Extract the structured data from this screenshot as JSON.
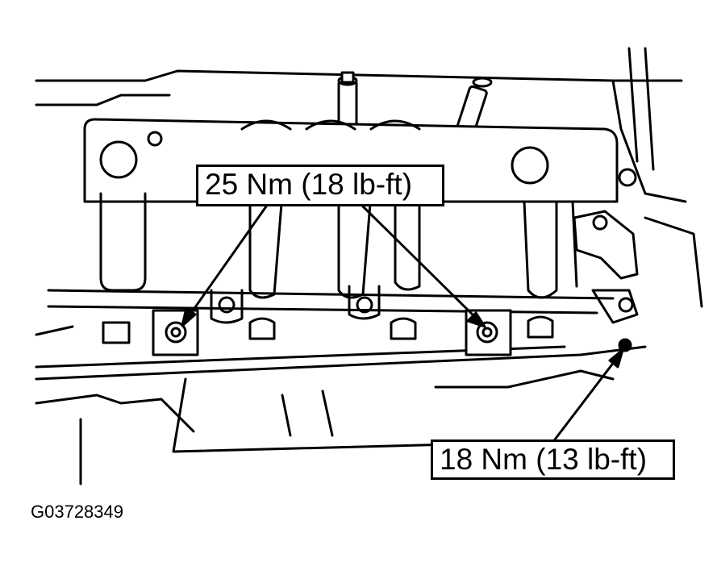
{
  "callouts": {
    "top_torque": "25 Nm (18 lb-ft)",
    "bottom_torque": "18 Nm (13 lb-ft)"
  },
  "figure_id": "G03728349",
  "colors": {
    "line": "#000000",
    "background": "#ffffff"
  }
}
